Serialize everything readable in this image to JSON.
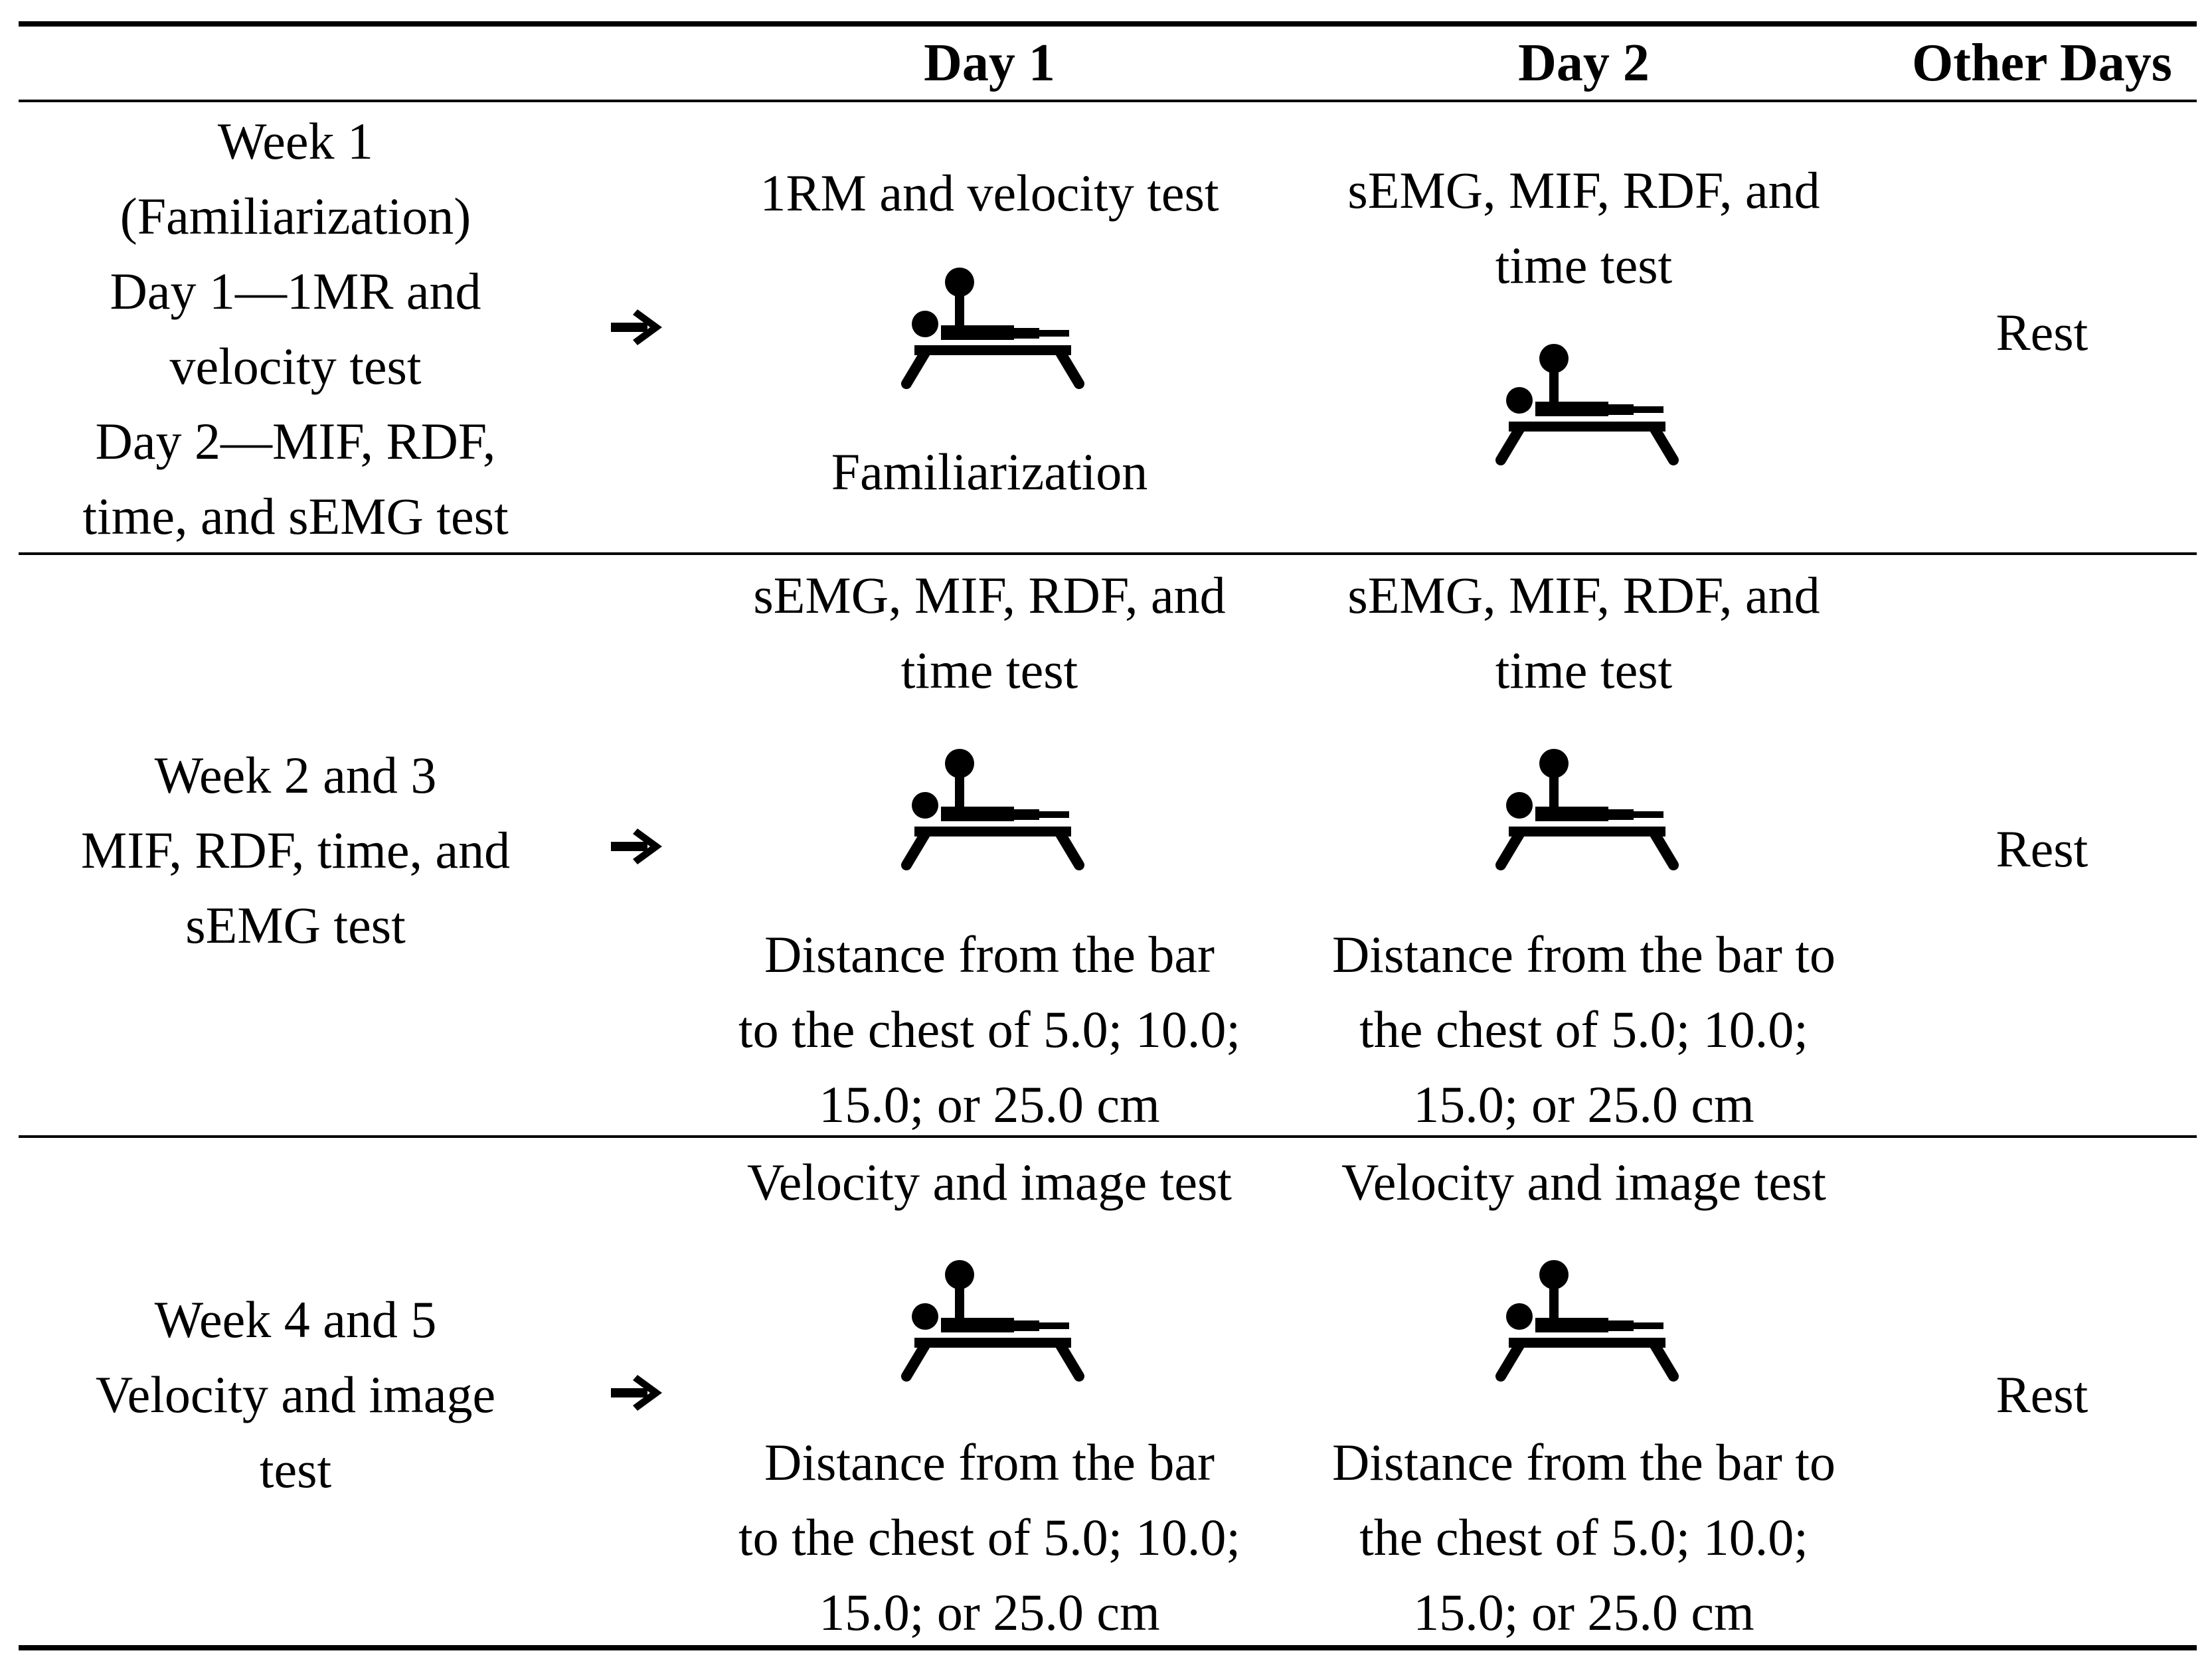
{
  "header": {
    "col_day1": "Day 1",
    "col_day2": "Day 2",
    "col_other": "Other Days"
  },
  "rows": [
    {
      "label": "Week 1\n(Familiarization)\nDay 1—1MR and\nvelocity test\nDay 2—MIF, RDF,\ntime, and sEMG test",
      "day1_top": "1RM and velocity test",
      "day1_bottom": "Familiarization",
      "day2_top": "sEMG, MIF, RDF, and\ntime test",
      "other": "Rest"
    },
    {
      "label": "Week 2 and 3\nMIF, RDF, time, and\nsEMG test",
      "day1_top": "sEMG, MIF, RDF, and\ntime test",
      "day1_bottom": "Distance from the bar\nto the chest of 5.0; 10.0;\n15.0; or 25.0 cm",
      "day2_top": "sEMG, MIF, RDF, and\ntime test",
      "day2_bottom": "Distance from the bar to\nthe chest of 5.0; 10.0;\n15.0; or 25.0 cm",
      "other": "Rest"
    },
    {
      "label": "Week 4 and 5\nVelocity and image\ntest",
      "day1_top": "Velocity and image test",
      "day1_bottom": "Distance from the bar\nto the chest of 5.0; 10.0;\n15.0; or 25.0 cm",
      "day2_top": "Velocity and image test",
      "day2_bottom": "Distance from the bar to\nthe chest of 5.0; 10.0;\n15.0; or 25.0 cm",
      "other": "Rest"
    }
  ],
  "icons": {
    "arrow": "arrow-right-icon",
    "bench": "bench-press-icon"
  },
  "colors": {
    "ink": "#000000",
    "background": "#ffffff"
  }
}
